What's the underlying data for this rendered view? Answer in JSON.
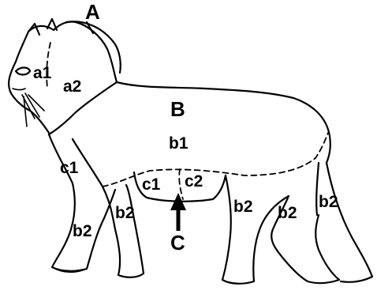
{
  "diagram": {
    "labels": {
      "A": "A",
      "a1": "a1",
      "a2": "a2",
      "B": "B",
      "b1": "b1",
      "c1_chest": "c1",
      "c1_belly": "c1",
      "c2": "c2",
      "b2_front_upper": "b2",
      "b2_front_lower": "b2",
      "b2_hind_1": "b2",
      "b2_hind_2": "b2",
      "b2_hind_3": "b2",
      "C": "C"
    }
  }
}
